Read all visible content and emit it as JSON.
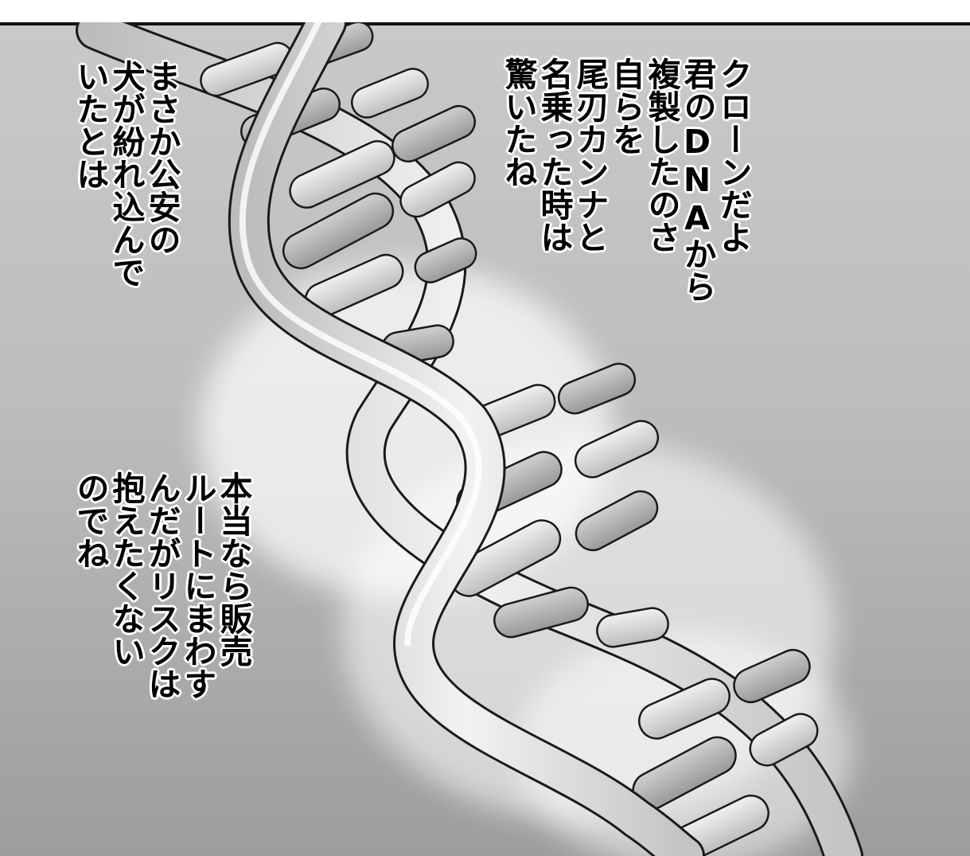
{
  "panel": {
    "captions": {
      "clone": [
        "クローンだよ",
        "君のDNAから",
        "複製したのさ",
        "自らを",
        "尾刃カンナと",
        "名乗った時は",
        "驚いたね"
      ],
      "dog": [
        "まさか公安の",
        "犬が紛れ込んで",
        "いたとは"
      ],
      "risk": [
        "本当なら販売",
        "ルートにまわす",
        "んだがリスクは",
        "抱えたくない",
        "のでね"
      ]
    },
    "image": "dna-double-helix",
    "colors": {
      "background_top": "#c9c9c9",
      "background_bottom": "#9d9d9d",
      "frame": "#111111",
      "text": "#000000",
      "text_outline": "#ffffff"
    }
  }
}
